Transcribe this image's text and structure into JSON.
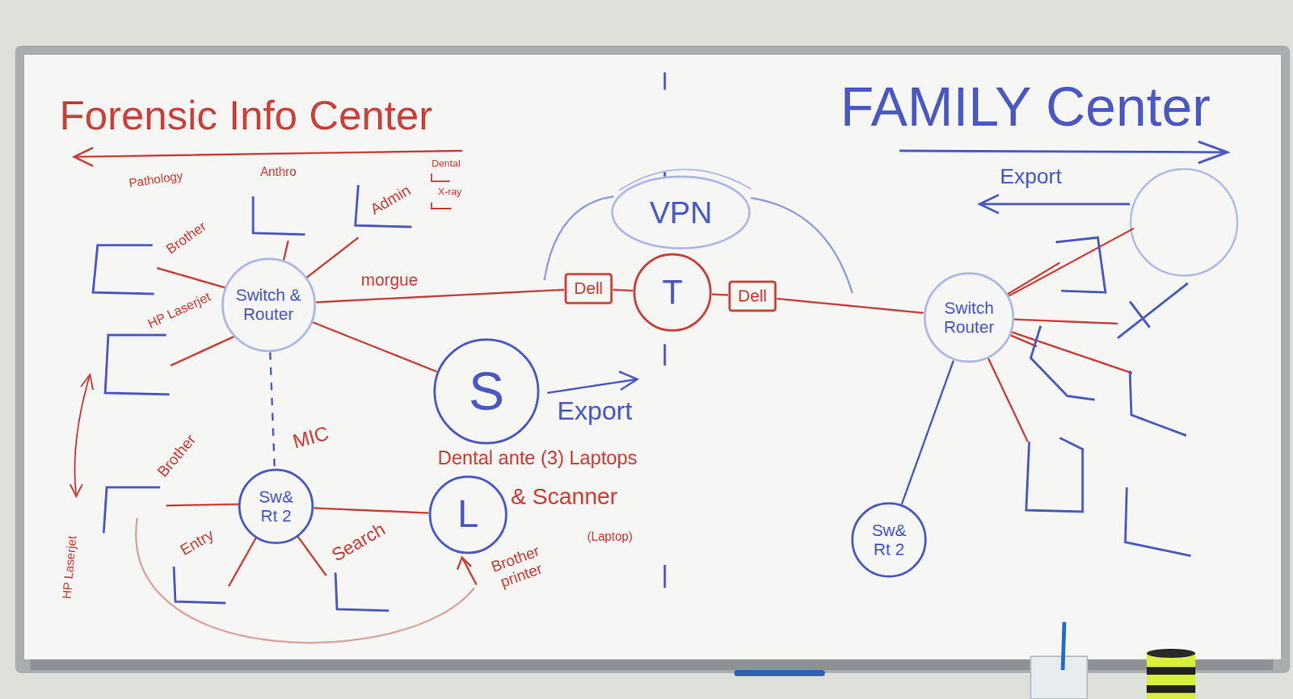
{
  "diagram": {
    "title": "Forensic Info Center",
    "nodes": [
      {
        "text": [
          "Switch & Router"
        ]
      },
      {
        "text": [
          "Sw& Rt 2"
        ]
      },
      {
        "text": [
          "S"
        ]
      },
      {
        "text": [
          "L"
        ]
      },
      {
        "text": [
          "VPN"
        ]
      },
      {
        "text": [
          "Dell"
        ]
      },
      {
        "text": [
          "T"
        ]
      },
      {
        "text": [
          "Dell"
        ]
      },
      {
        "text": [
          "Switch Router"
        ]
      },
      {
        "text": [
          "Sw& Rt 2"
        ]
      }
    ],
    "edges": [
      {
        "from": 0,
        "to": 5,
        "arrow": "none",
        "label": "morgue"
      },
      {
        "from": 0,
        "to": 2,
        "arrow": "none"
      },
      {
        "from": 0,
        "to": 1,
        "arrow": "none"
      },
      {
        "from": 1,
        "to": 3,
        "arrow": "none"
      },
      {
        "from": 5,
        "to": 6,
        "arrow": "none"
      },
      {
        "from": 6,
        "to": 7,
        "arrow": "none"
      },
      {
        "from": 7,
        "to": 8,
        "arrow": "none"
      },
      {
        "from": 8,
        "to": 9,
        "arrow": "none"
      }
    ],
    "labels": [
      "FAMILY Center",
      "Pathology",
      "Anthro",
      "Admin",
      "Dental",
      "X-ray",
      "Brother",
      "HP Laserjet",
      "Brother",
      "MIC",
      "Entry",
      "Search",
      "Export",
      "Dental ante (3) Laptops",
      "& Scanner",
      "(Laptop)",
      "Brother printer",
      "HP Laserjet",
      "Export"
    ]
  }
}
